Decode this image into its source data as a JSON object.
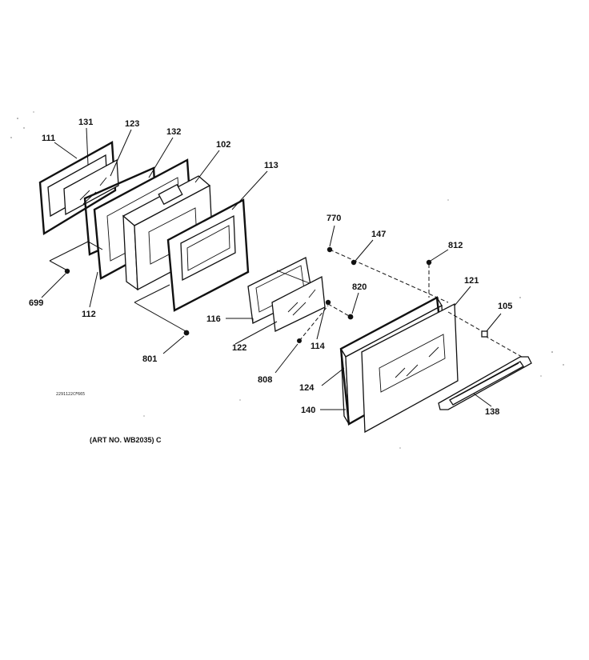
{
  "diagram": {
    "part_labels": {
      "p111": "111",
      "p131": "131",
      "p123": "123",
      "p132": "132",
      "p102": "102",
      "p113": "113",
      "p699": "699",
      "p112": "112",
      "p116": "116",
      "p122": "122",
      "p114": "114",
      "p801": "801",
      "p808": "808",
      "p770": "770",
      "p147": "147",
      "p812": "812",
      "p820": "820",
      "p121": "121",
      "p105": "105",
      "p124": "124",
      "p140": "140",
      "p138": "138"
    },
    "figure_code": "2291122CF665",
    "art_number": "(ART NO. WB2035) C"
  }
}
